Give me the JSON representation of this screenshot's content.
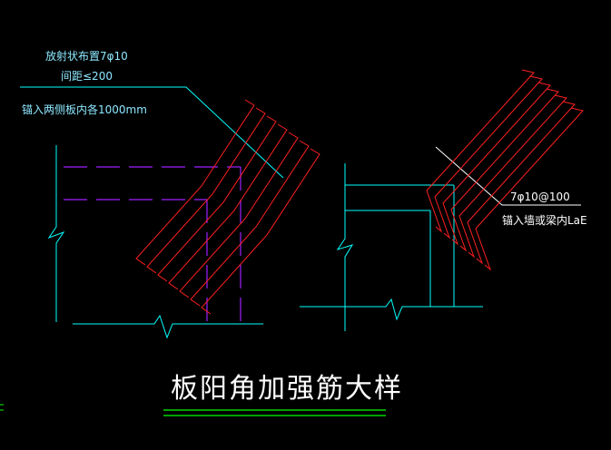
{
  "title": "板阳角加强筋大样",
  "left_detail": {
    "line1": "放射状布置7φ10",
    "line2": "间距≤200",
    "line3": "锚入两侧板内各1000mm"
  },
  "right_detail": {
    "line1": "7φ10@100",
    "line2": "锚入墙或梁内LaE"
  },
  "colors": {
    "background": "#000000",
    "outline": "#00ffff",
    "rebar": "#ff2020",
    "hidden_line": "#a020ff",
    "leader": "#ffffff",
    "title_underline": "#00ff00"
  }
}
